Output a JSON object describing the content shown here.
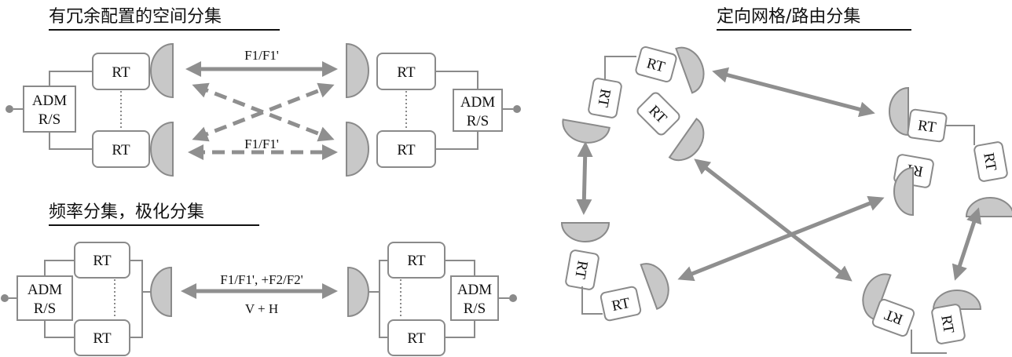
{
  "panels": {
    "space": {
      "title": "有冗余配置的空间分集",
      "freq_top": "F1/F1'",
      "freq_bottom": "F1/F1'"
    },
    "freq": {
      "title": "频率分集，极化分集",
      "freq": "F1/F1', +F2/F2'",
      "pol": "V + H"
    },
    "mesh": {
      "title": "定向网格/路由分集"
    }
  },
  "labels": {
    "rt": "RT",
    "adm_line1": "ADM",
    "adm_line2": "R/S"
  },
  "colors": {
    "dish_fill": "#c8c8c8",
    "stroke": "#8a8a8a",
    "arrow": "#8f8f8f"
  }
}
